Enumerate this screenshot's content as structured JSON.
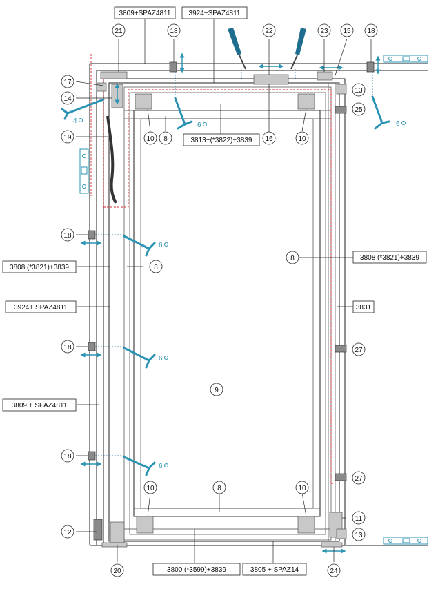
{
  "colors": {
    "accent": "#2a93b3",
    "dashed_outline": "#d9262b",
    "line": "#222222",
    "hardware": "#c8c8c8"
  },
  "boxes": {
    "top_frame_outer": "3809+SPAZ4811",
    "top_frame_inner": "3924+SPAZ4811",
    "top_leaf": "3813+(*3822)+3839",
    "left_leaf": "3808 (*3821)+3839",
    "right_leaf": "3808 (*3821)+3839",
    "left_inner_frame": "3924+ SPAZ4811",
    "left_outer_frame": "3809 + SPAZ4811",
    "right_frame": "3831",
    "bottom_leaf": "3800 (*3599)+3839",
    "bottom_frame": "3805 + SPAZ14"
  },
  "callouts": {
    "c21": "21",
    "c18_top_left": "18",
    "c22": "22",
    "c23": "23",
    "c15": "15",
    "c18_top_right": "18",
    "c17": "17",
    "c14": "14",
    "c19": "19",
    "c13_top": "13",
    "c25": "25",
    "c10_top_left": "10",
    "c8_top": "8",
    "c16": "16",
    "c10_top_right": "10",
    "c18_mid1": "18",
    "c8_left": "8",
    "c8_right": "8",
    "c18_mid2": "18",
    "c27_upper": "27",
    "c9": "9",
    "c18_mid3": "18",
    "c27_lower": "27",
    "c10_bottom_left": "10",
    "c8_bottom": "8",
    "c10_bottom_right": "10",
    "c11": "11",
    "c12": "12",
    "c13_bottom": "13",
    "c20": "20",
    "c24": "24"
  },
  "tool_labels": {
    "t4": "4",
    "t6_top_left": "6",
    "t6_top_right": "6",
    "t6_mid1": "6",
    "t6_mid2": "6",
    "t6_mid3": "6"
  },
  "icons": {
    "screwdriver": "screwdriver-icon",
    "allen_key": "allen-key-icon",
    "spirit_level": "spirit-level-icon",
    "adjust_arrow": "double-arrow-icon"
  }
}
